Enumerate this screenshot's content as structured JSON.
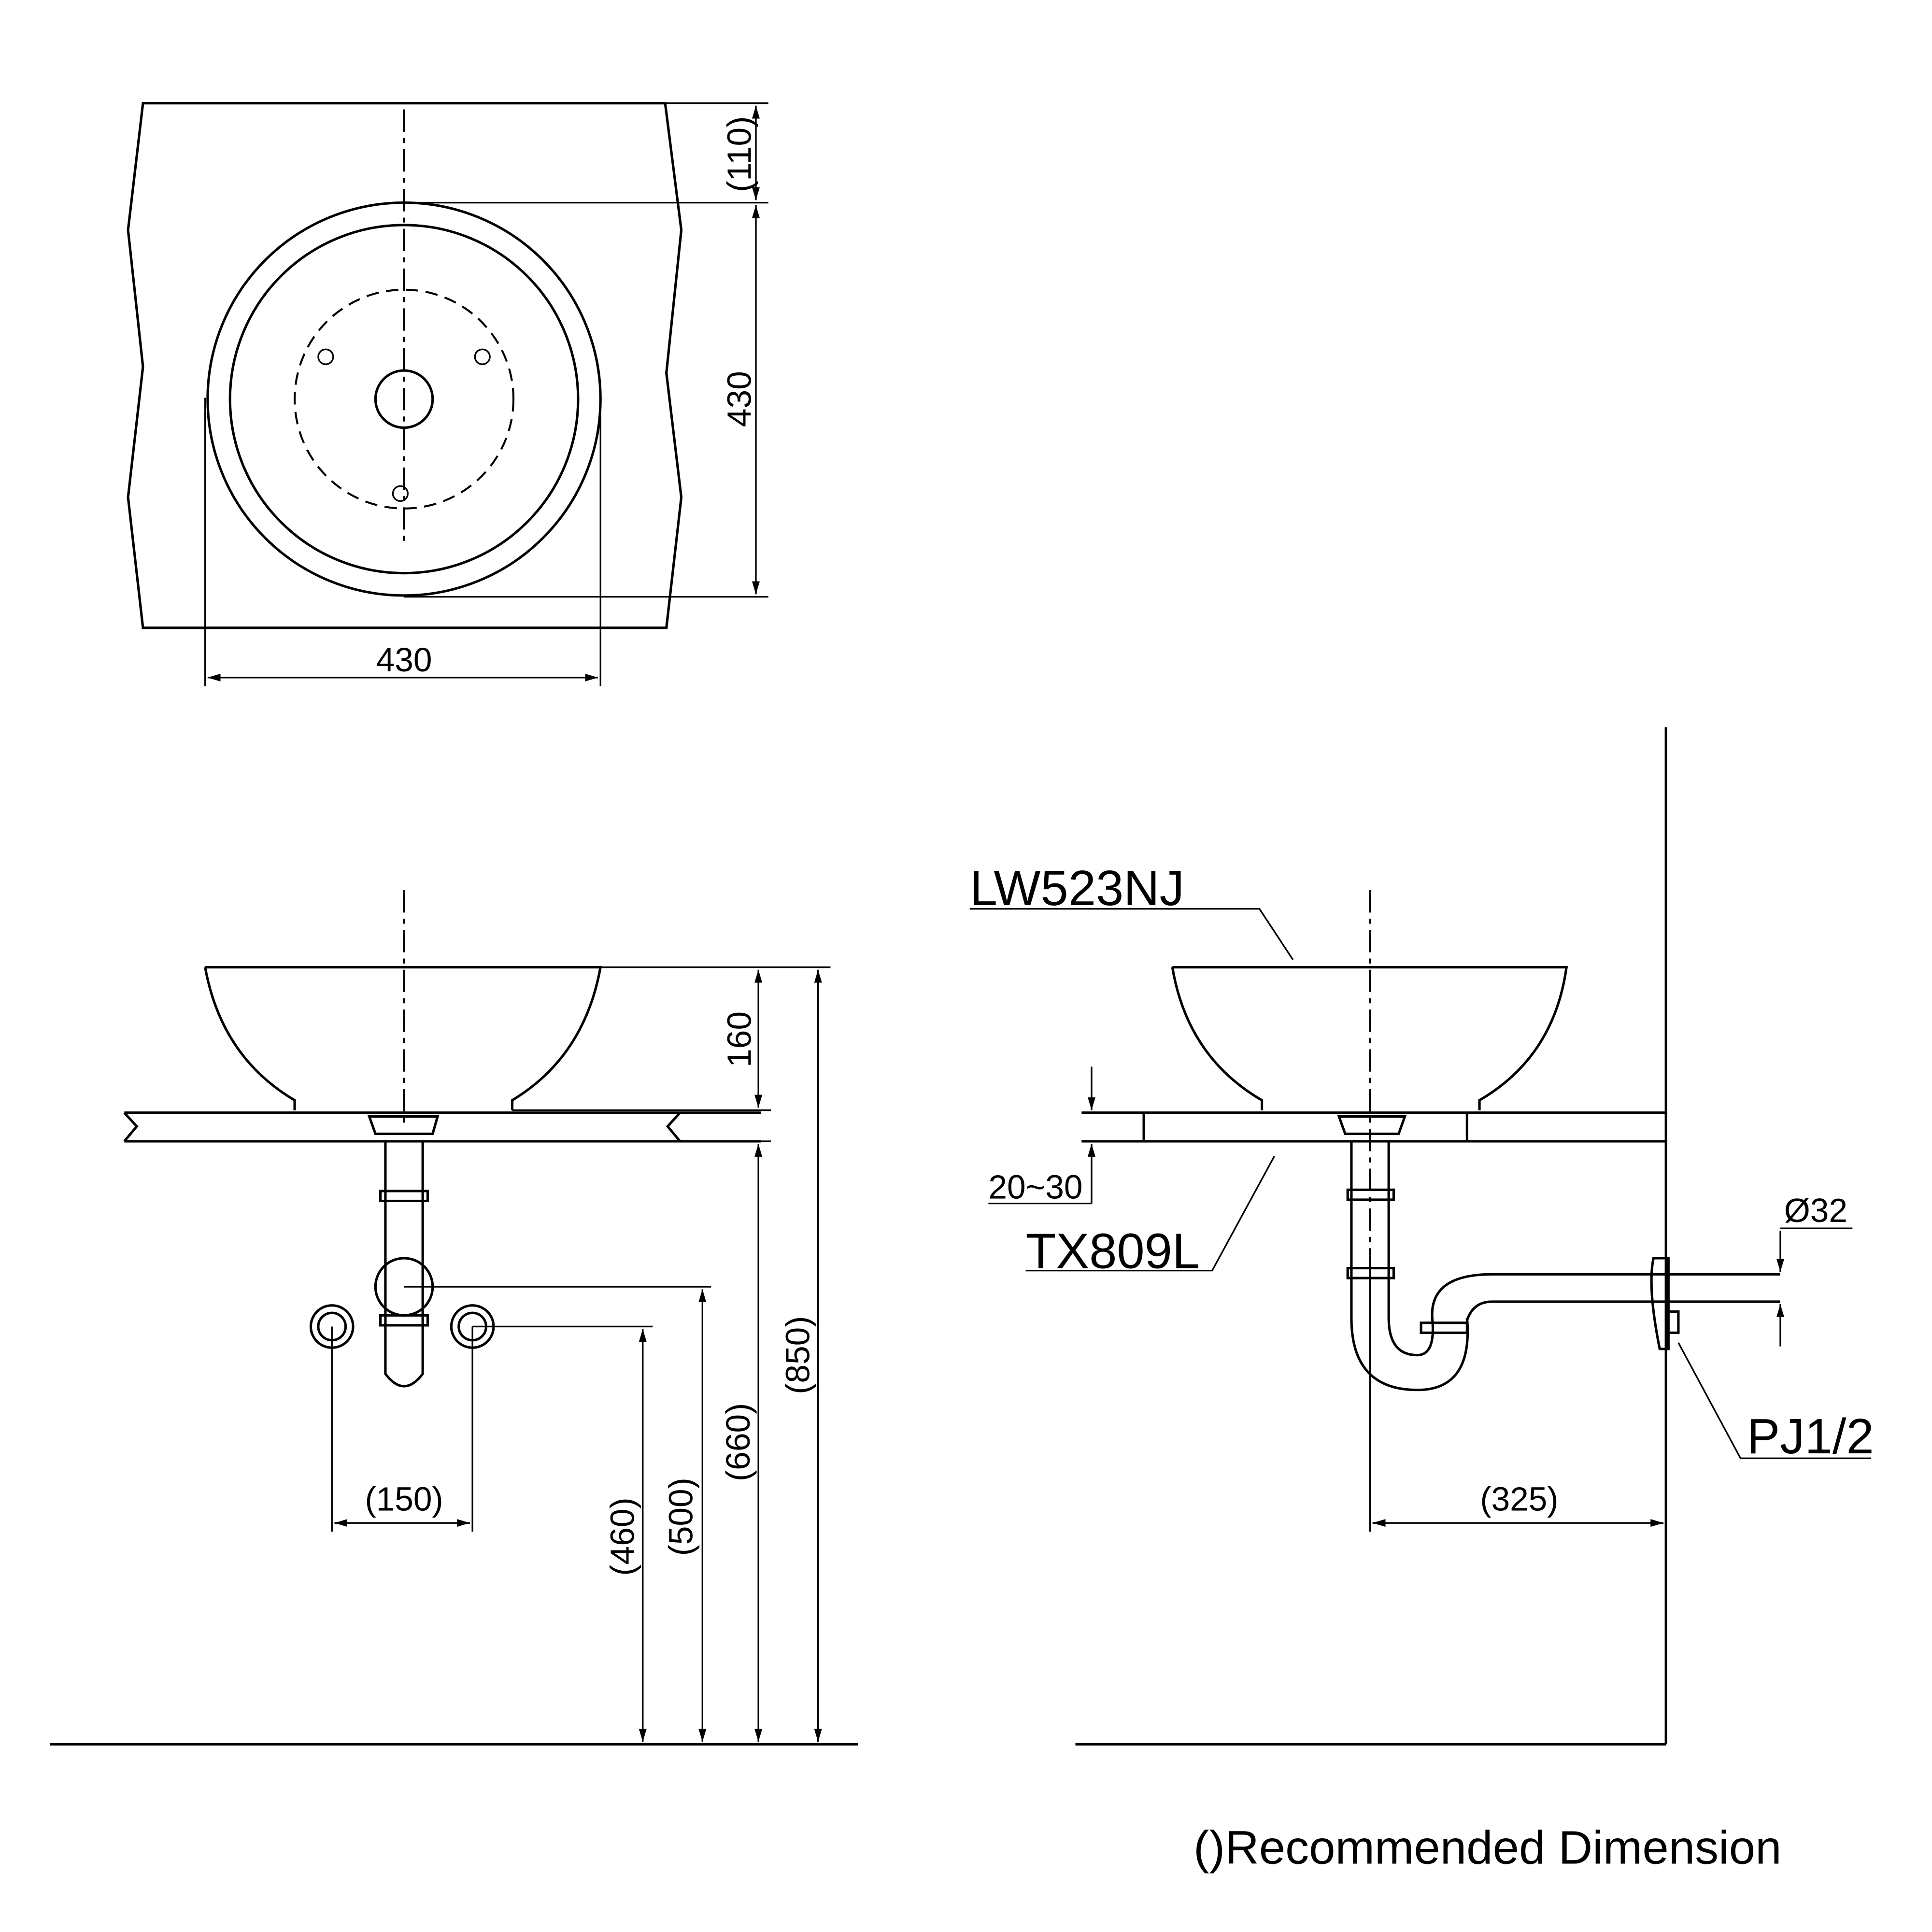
{
  "top_view": {
    "dim_setback": "(110)",
    "dim_depth": "430",
    "dim_width": "430"
  },
  "front_view": {
    "dim_bowl_height": "160",
    "dim_supply_spacing": "(150)",
    "dim_supply_height_460": "(460)",
    "dim_supply_height_500": "(500)",
    "dim_drain_height": "(660)",
    "dim_total_height": "(850)"
  },
  "side_view": {
    "basin_model": "LW523NJ",
    "counter_thickness": "20~30",
    "fitting_model": "TX809L",
    "pipe_diameter": "Ø32",
    "trap_model": "PJ1/2",
    "dim_wall_distance": "(325)"
  },
  "note": "()Recommended Dimension"
}
